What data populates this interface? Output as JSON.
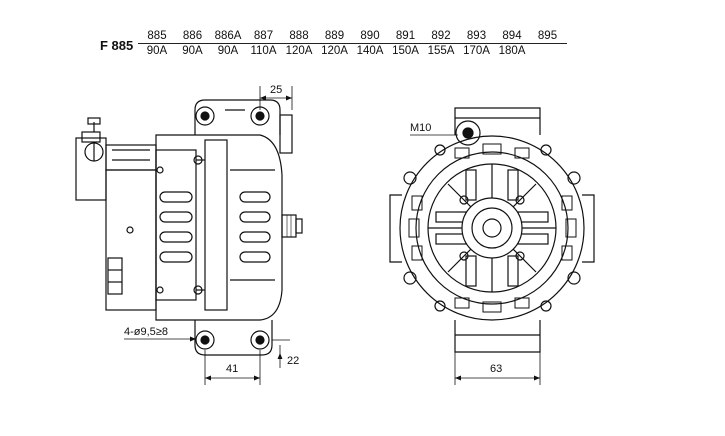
{
  "header": {
    "model": "F 885",
    "variants": [
      {
        "code": "885",
        "amp": "90A"
      },
      {
        "code": "886",
        "amp": "90A"
      },
      {
        "code": "886A",
        "amp": "90A"
      },
      {
        "code": "887",
        "amp": "110A"
      },
      {
        "code": "888",
        "amp": "120A"
      },
      {
        "code": "889",
        "amp": "120A"
      },
      {
        "code": "890",
        "amp": "140A"
      },
      {
        "code": "891",
        "amp": "150A"
      },
      {
        "code": "892",
        "amp": "155A"
      },
      {
        "code": "893",
        "amp": "170A"
      },
      {
        "code": "894",
        "amp": "180A"
      },
      {
        "code": "895",
        "amp": ""
      }
    ]
  },
  "dimensions": {
    "top_width": "25",
    "mount_holes": "4-ø9,5≥8",
    "mount_spacing": "41",
    "mount_thickness": "22",
    "thread": "M10",
    "front_width": "63"
  }
}
